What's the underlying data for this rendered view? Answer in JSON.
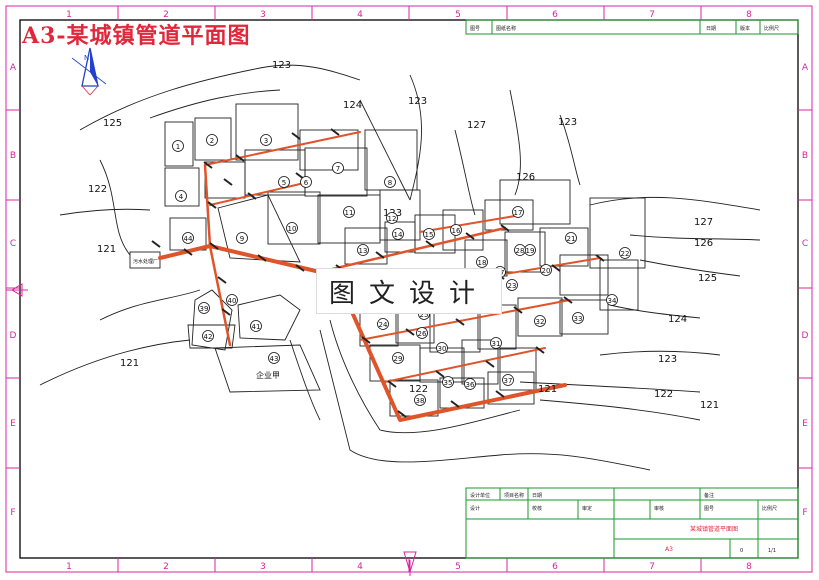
{
  "title": "A3-某城镇管道平面图",
  "watermark": "图文设计",
  "frame": {
    "col_numbers": [
      "1",
      "2",
      "3",
      "4",
      "5",
      "6",
      "7",
      "8"
    ],
    "row_letters": [
      "A",
      "B",
      "C",
      "D",
      "E",
      "F"
    ]
  },
  "north_label": "N",
  "contour_labels": [
    "123",
    "124",
    "123",
    "125",
    "127",
    "123",
    "126",
    "122",
    "121",
    "121",
    "123",
    "127",
    "126",
    "125",
    "124",
    "123",
    "122",
    "122",
    "121",
    "121"
  ],
  "parcel_numbers": [
    "1",
    "2",
    "3",
    "4",
    "5",
    "6",
    "7",
    "8",
    "9",
    "10",
    "11",
    "12",
    "13",
    "14",
    "15",
    "16",
    "17",
    "18",
    "19",
    "20",
    "21",
    "22",
    "23",
    "24",
    "25",
    "26",
    "27",
    "28",
    "29",
    "30",
    "31",
    "32",
    "33",
    "34",
    "35",
    "36",
    "37",
    "38",
    "39",
    "40",
    "41",
    "42",
    "43",
    "44"
  ],
  "place_labels": {
    "enterprise": "企业甲",
    "treatment": "污水处理厂"
  },
  "title_block": {
    "drawing_name": "某城镇管道平面图",
    "sheet_size": "A3",
    "row1": [
      "设计单位",
      "项目名称",
      "日期",
      "备注",
      "比例尺"
    ],
    "row2": [
      "设计",
      "校核",
      "审定",
      "审核",
      "图号"
    ],
    "page": "1/1",
    "revision": "0"
  },
  "top_strip": [
    "图号",
    "图纸名称",
    "日期",
    "版本",
    "比例尺"
  ],
  "colors": {
    "frame": "#d8249e",
    "pipe": "#e0542a",
    "title": "#e0283a",
    "titleblock": "#1a9a2a"
  }
}
